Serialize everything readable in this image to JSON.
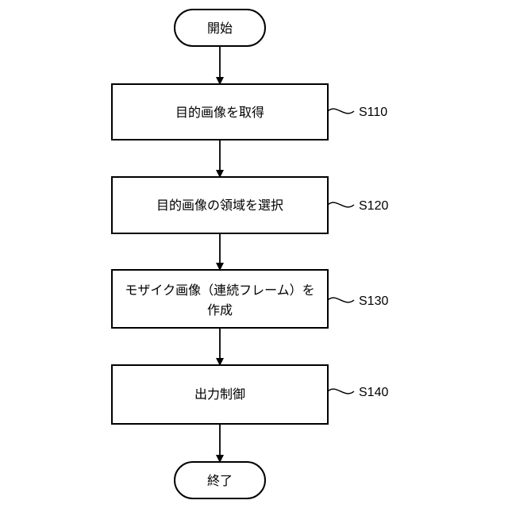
{
  "flowchart": {
    "start": {
      "label": "開始"
    },
    "end": {
      "label": "終了"
    },
    "steps": [
      {
        "lines": [
          "目的画像を取得"
        ],
        "ref": "S110"
      },
      {
        "lines": [
          "目的画像の領域を選択"
        ],
        "ref": "S120"
      },
      {
        "lines": [
          "モザイク画像（連続フレーム）を",
          "作成"
        ],
        "ref": "S130"
      },
      {
        "lines": [
          "出力制御"
        ],
        "ref": "S140"
      }
    ]
  },
  "colors": {
    "stroke": "#000000",
    "fill": "#ffffff"
  }
}
